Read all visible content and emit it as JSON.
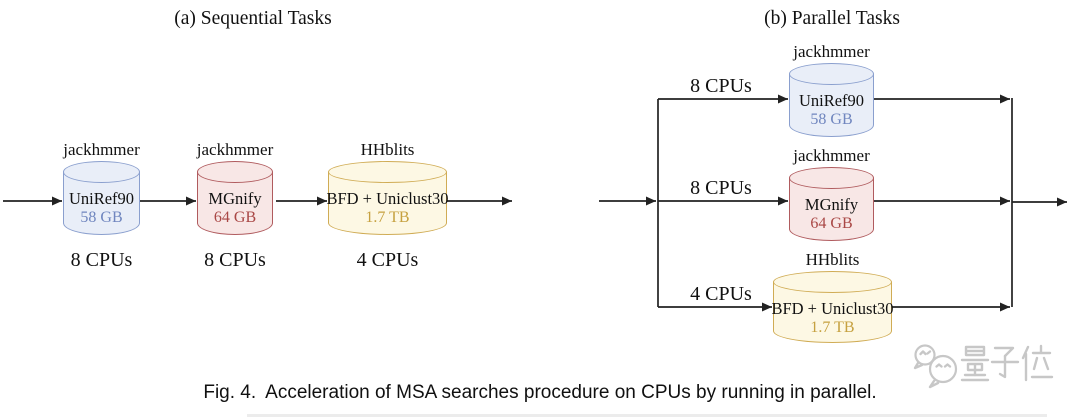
{
  "figure": {
    "arrow_color": "#222222",
    "panel_a": {
      "title": "(a) Sequential Tasks",
      "nodes": [
        {
          "tool": "jackhmmer",
          "db": "UniRef90",
          "size": "58 GB",
          "cpus": "8 CPUs",
          "fill": "#e9eef8",
          "stroke": "#8a9fce",
          "size_color": "#7086bf"
        },
        {
          "tool": "jackhmmer",
          "db": "MGnify",
          "size": "64 GB",
          "cpus": "8 CPUs",
          "fill": "#f8e7e6",
          "stroke": "#b05b5e",
          "size_color": "#a94745"
        },
        {
          "tool": "HHblits",
          "db": "BFD + Uniclust30",
          "size": "1.7 TB",
          "cpus": "4 CPUs",
          "fill": "#fdf8e4",
          "stroke": "#d0ac55",
          "size_color": "#c6a140"
        }
      ]
    },
    "panel_b": {
      "title": "(b) Parallel Tasks",
      "branches": [
        {
          "cpus": "8 CPUs",
          "tool": "jackhmmer",
          "db": "UniRef90",
          "size": "58 GB",
          "fill": "#e9eef8",
          "stroke": "#8a9fce",
          "size_color": "#7086bf"
        },
        {
          "cpus": "8 CPUs",
          "tool": "jackhmmer",
          "db": "MGnify",
          "size": "64 GB",
          "fill": "#f8e7e6",
          "stroke": "#b05b5e",
          "size_color": "#a94745"
        },
        {
          "cpus": "4 CPUs",
          "tool": "HHblits",
          "db": "BFD + Uniclust30",
          "size": "1.7 TB",
          "fill": "#fdf8e4",
          "stroke": "#d0ac55",
          "size_color": "#c6a140"
        }
      ]
    },
    "caption": {
      "prefix": "Fig. 4.",
      "text": "Acceleration of MSA searches procedure on CPUs by running in parallel."
    },
    "watermark": {
      "text": "量子位"
    }
  }
}
